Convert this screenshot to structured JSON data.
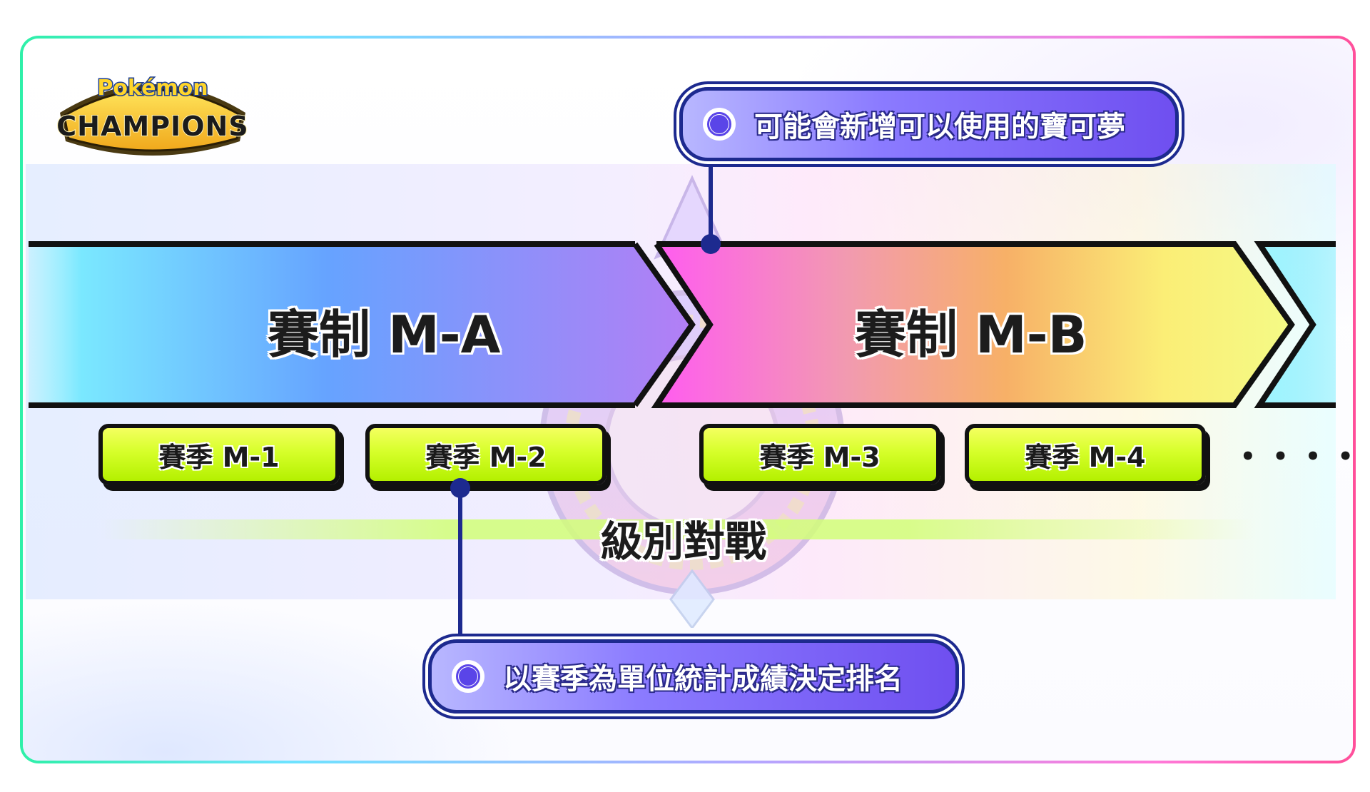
{
  "logo": {
    "top_text": "Pokémon",
    "bottom_text": "CHAMPIONS"
  },
  "formats": [
    {
      "label": "賽制 M-A"
    },
    {
      "label": "賽制 M-B"
    }
  ],
  "seasons": [
    {
      "label": "賽季 M-1"
    },
    {
      "label": "賽季 M-2"
    },
    {
      "label": "賽季 M-3"
    },
    {
      "label": "賽季 M-4"
    }
  ],
  "continuation": "• • • •",
  "battle_type": "級別對戰",
  "callouts": {
    "top": "可能會新增可以使用的寶可夢",
    "bottom": "以賽季為單位統計成績決定排名"
  },
  "colors": {
    "callout_border": "#1d2a8f",
    "season_fill": "#d6ff2a",
    "frame_stroke": "#111111"
  }
}
